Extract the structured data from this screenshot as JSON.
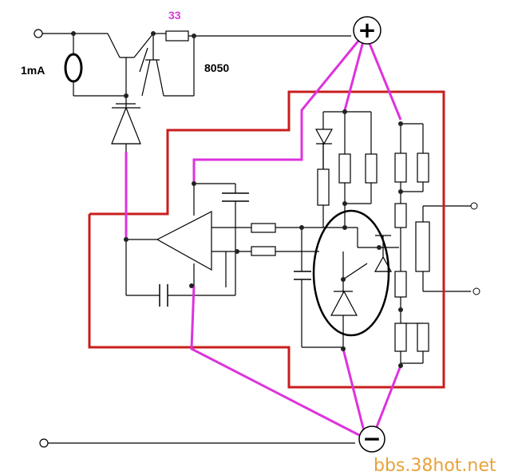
{
  "labels": {
    "current": "1mA",
    "resistor_value": "33",
    "transistor": "8050",
    "watermark": "bbs.38hot.net"
  },
  "terminals": {
    "positive_symbol": "+",
    "negative_symbol": "−"
  },
  "colors": {
    "wire": "#000000",
    "boundary": "#c81e1e",
    "highlight": "#dd33dd",
    "resistor_label": "#d63ad6",
    "watermark": "#e8a23a",
    "node": "#222222"
  }
}
